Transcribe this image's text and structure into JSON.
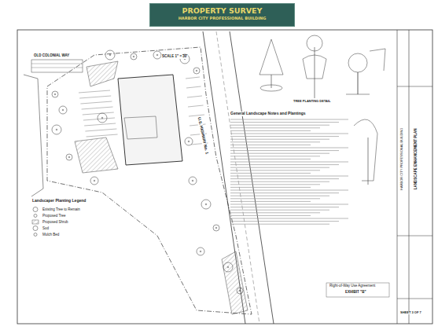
{
  "diagram": {
    "title": "PROPERTY SURVEY",
    "nodes": [
      {
        "text": [
          "PROPERTY SURVEY",
          "HARBOR CITY PROFESSIONAL BUILDING"
        ]
      }
    ],
    "labels": [
      "OLD COLONIAL WAY",
      "SCALE 1\" = 30'",
      "U.S. HIGHWAY No. 1",
      "General Landscape Notes and Plantings",
      "Landscaper Planting Legend",
      "Right-of-Way Use Agreement",
      "EXHIBIT \"B\"",
      "TREE PLANTING DETAIL",
      "SHEET 3 OF 7",
      "LANDSCAPE ENHANCEMENT PLAN",
      "HARBOR CITY PROFESSIONAL BUILDING"
    ],
    "legend": [
      {
        "text": "Existing Tree to Remain"
      },
      {
        "text": "Proposed Tree"
      },
      {
        "text": "Proposed Shrub"
      },
      {
        "text": "Sod"
      },
      {
        "text": "Mulch Bed"
      }
    ]
  }
}
